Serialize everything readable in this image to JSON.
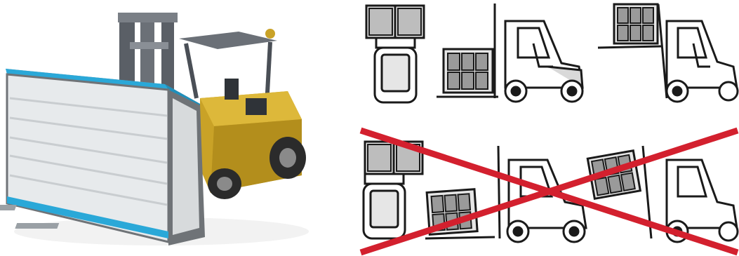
{
  "figure": {
    "left": {
      "subject": "refrigerated-display-case-lifted-by-forklift"
    },
    "right_top": {
      "status": "correct-handling",
      "scenes": [
        "top-view-pallet-on-forks",
        "pallet-low-on-forks",
        "pallet-raised-level"
      ]
    },
    "right_bottom": {
      "status": "incorrect-handling",
      "scenes": [
        "top-view-pallet-offset",
        "pallet-tilted-low",
        "pallet-tilted-raised"
      ]
    },
    "colors": {
      "forklift_body": "#c9a227",
      "forklift_dark": "#5a5f66",
      "case_frame": "#6f7377",
      "case_trim": "#2aa8d8",
      "line": "#1a1a1a",
      "fill_light": "#e6e6e6",
      "fill_mid": "#bdbdbd",
      "cross": "#d3202e"
    }
  }
}
